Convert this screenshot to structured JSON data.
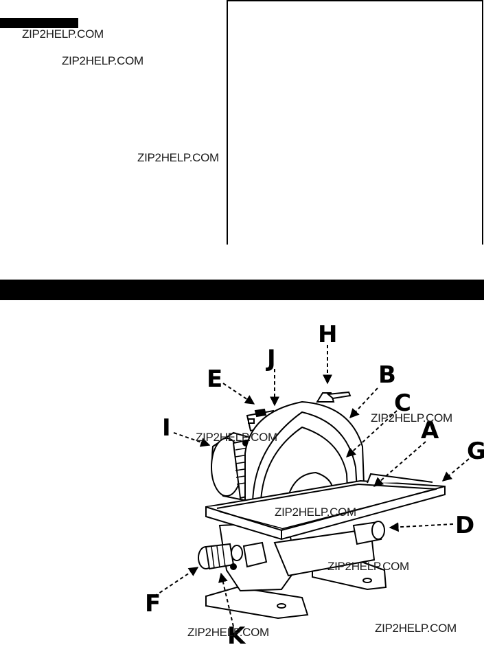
{
  "watermark": "ZIP2HELP.COM",
  "callouts": {
    "A": "A",
    "B": "B",
    "C": "C",
    "D": "D",
    "E": "E",
    "F": "F",
    "G": "G",
    "H": "H",
    "I": "I",
    "J": "J",
    "K": "K"
  }
}
